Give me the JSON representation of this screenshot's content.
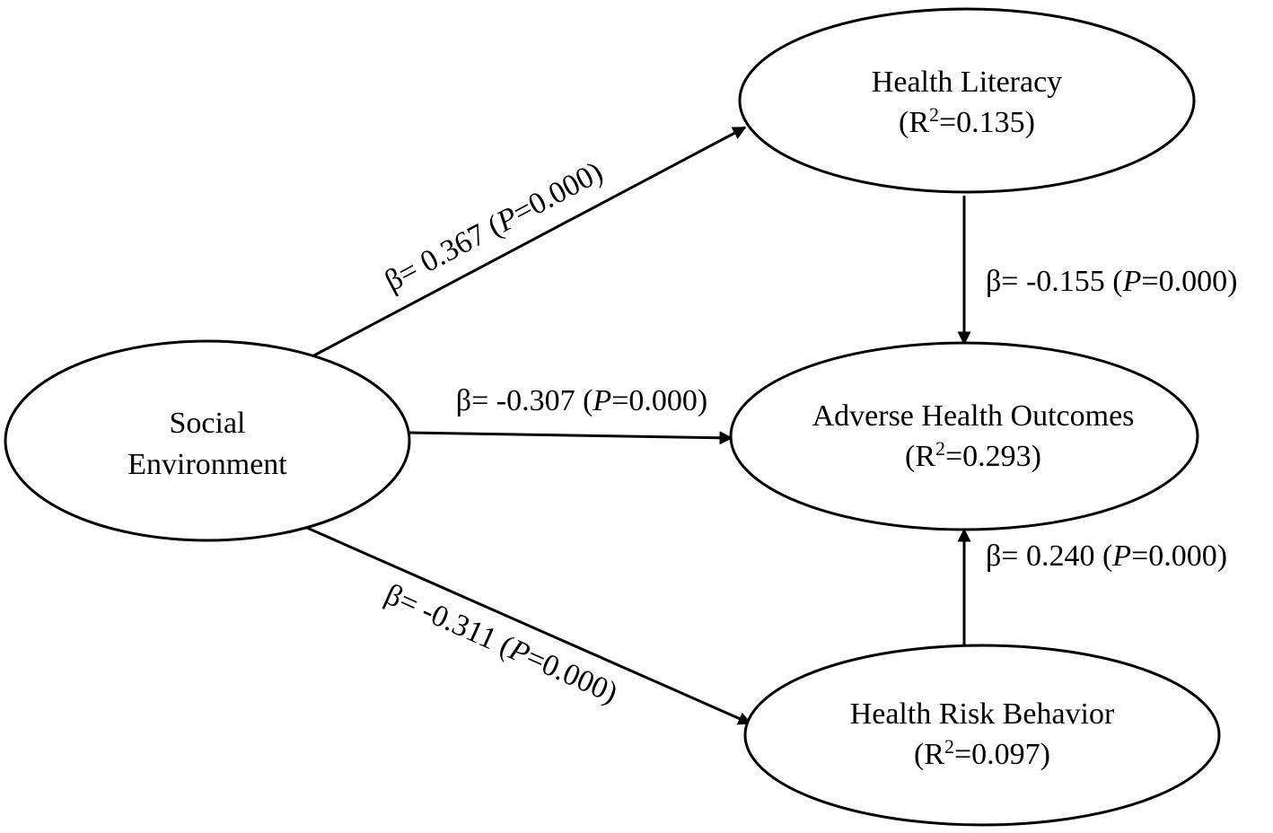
{
  "nodes": {
    "social_environment": {
      "line1": "Social",
      "line2": "Environment"
    },
    "health_literacy": {
      "name": "Health Literacy",
      "r2_prefix": "(R",
      "r2_sup": "2",
      "r2_value": "=0.135)"
    },
    "adverse_health_outcomes": {
      "name": "Adverse Health Outcomes",
      "r2_prefix": "(R",
      "r2_sup": "2",
      "r2_value": "=0.293)"
    },
    "health_risk_behavior": {
      "name": "Health Risk Behavior",
      "r2_prefix": "(R",
      "r2_sup": "2",
      "r2_value": "=0.097)"
    }
  },
  "edges": {
    "se_to_hl": {
      "beta": "β= 0.367 (",
      "p_letter": "P",
      "p_value": "=0.000)"
    },
    "se_to_aho": {
      "beta": "β= -0.307 (",
      "p_letter": "P",
      "p_value": "=0.000)"
    },
    "se_to_hrb": {
      "beta": "β= -0.311 (",
      "p_letter": "P",
      "p_value": "=0.000)"
    },
    "hl_to_aho": {
      "beta": "β= -0.155 (",
      "p_letter": "P",
      "p_value": "=0.000)"
    },
    "hrb_to_aho": {
      "beta": "β= 0.240 (",
      "p_letter": "P",
      "p_value": "=0.000)"
    }
  },
  "colors": {
    "stroke": "#000000",
    "background": "#ffffff"
  }
}
